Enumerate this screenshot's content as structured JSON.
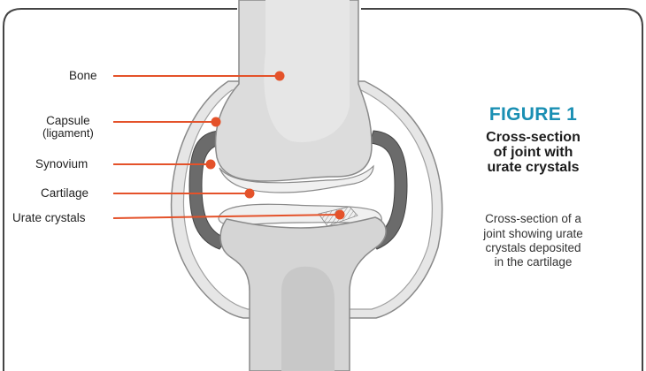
{
  "labels": {
    "bone": "Bone",
    "capsule": "Capsule",
    "capsule_sub": "(ligament)",
    "synovium": "Synovium",
    "cartilage": "Cartilage",
    "urate_crystals": "Urate crystals"
  },
  "figure": {
    "heading": "FIGURE 1",
    "subtitle_lines": [
      "Cross-section",
      "of joint with",
      "urate crystals"
    ],
    "caption_lines": [
      "Cross-section of a",
      "joint showing urate",
      "crystals deposited",
      "in the cartilage"
    ]
  },
  "colors": {
    "accent_blue": "#1a8fb3",
    "leader_orange": "#e4522a",
    "bone_fill": "#dcdcdc",
    "capsule_dark": "#555555",
    "frame_stroke": "#444444"
  }
}
